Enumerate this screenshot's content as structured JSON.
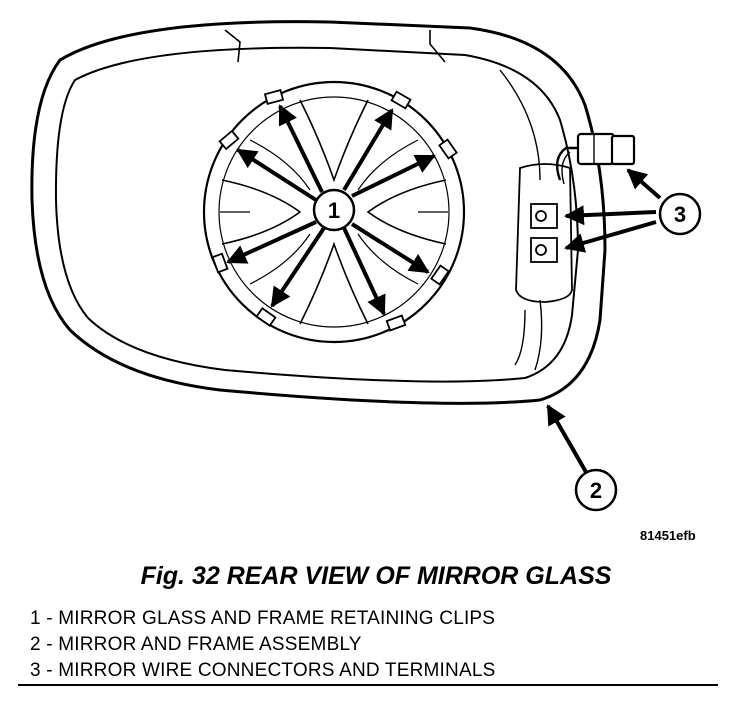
{
  "figure_code": "81451efb",
  "caption": "Fig. 32 REAR VIEW OF MIRROR GLASS",
  "callouts": {
    "c1": "1",
    "c2": "2",
    "c3": "3"
  },
  "legend": [
    "1 - MIRROR GLASS AND FRAME RETAINING CLIPS",
    "2 - MIRROR AND FRAME ASSEMBLY",
    "3 - MIRROR WIRE CONNECTORS AND TERMINALS"
  ]
}
